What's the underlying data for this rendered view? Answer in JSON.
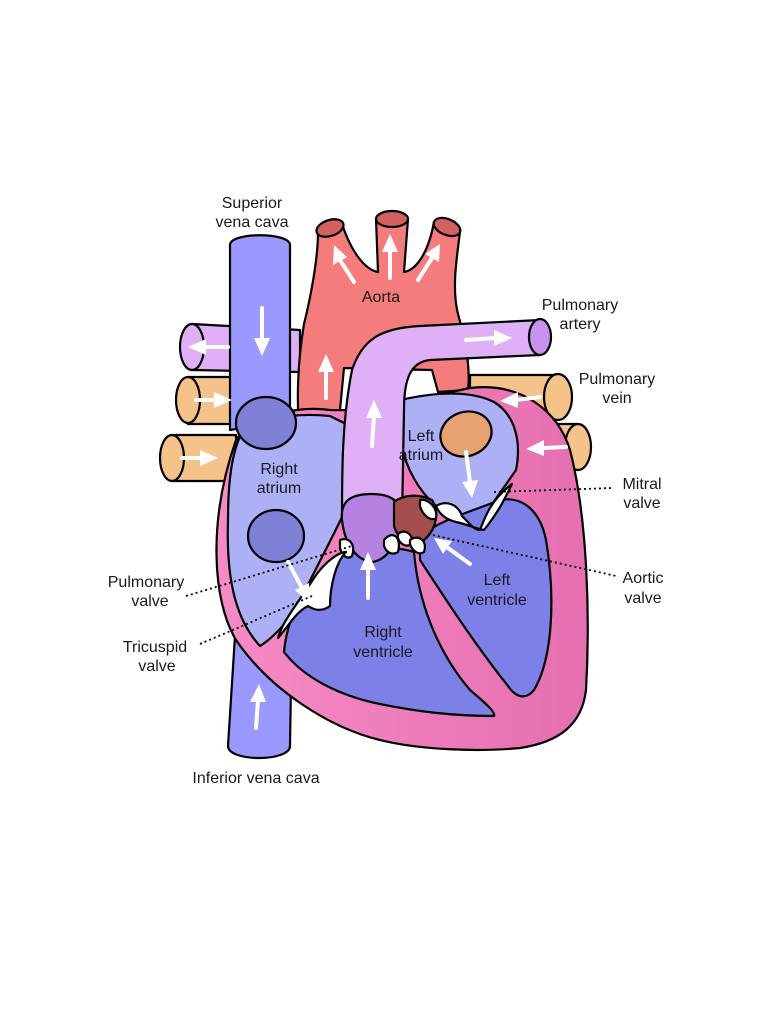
{
  "labels": {
    "superior_vena_cava": [
      "Superior",
      "vena cava"
    ],
    "aorta": "Aorta",
    "pulmonary_artery": [
      "Pulmonary",
      "artery"
    ],
    "pulmonary_vein": [
      "Pulmonary",
      "vein"
    ],
    "left_atrium": [
      "Left",
      "atrium"
    ],
    "right_atrium": [
      "Right",
      "atrium"
    ],
    "mitral_valve": [
      "Mitral",
      "valve"
    ],
    "aortic_valve": [
      "Aortic",
      "valve"
    ],
    "pulmonary_valve": [
      "Pulmonary",
      "valve"
    ],
    "left_ventricle": [
      "Left",
      "ventricle"
    ],
    "tricuspid_valve": [
      "Tricuspid",
      "valve"
    ],
    "right_ventricle": [
      "Right",
      "ventricle"
    ],
    "inferior_vena_cava": "Inferior vena cava"
  },
  "colors": {
    "deoxygenated": "#9999ff",
    "right_chambers": "#aeb0f5",
    "ventricle": "#7d80e6",
    "oxygenated": "#f47c7c",
    "pulmonary_artery": "#e0b0f6",
    "pulmonary_vein": "#f5c28a",
    "myocardium": "#f78bc6",
    "valve_dark": "#a44f4f"
  }
}
